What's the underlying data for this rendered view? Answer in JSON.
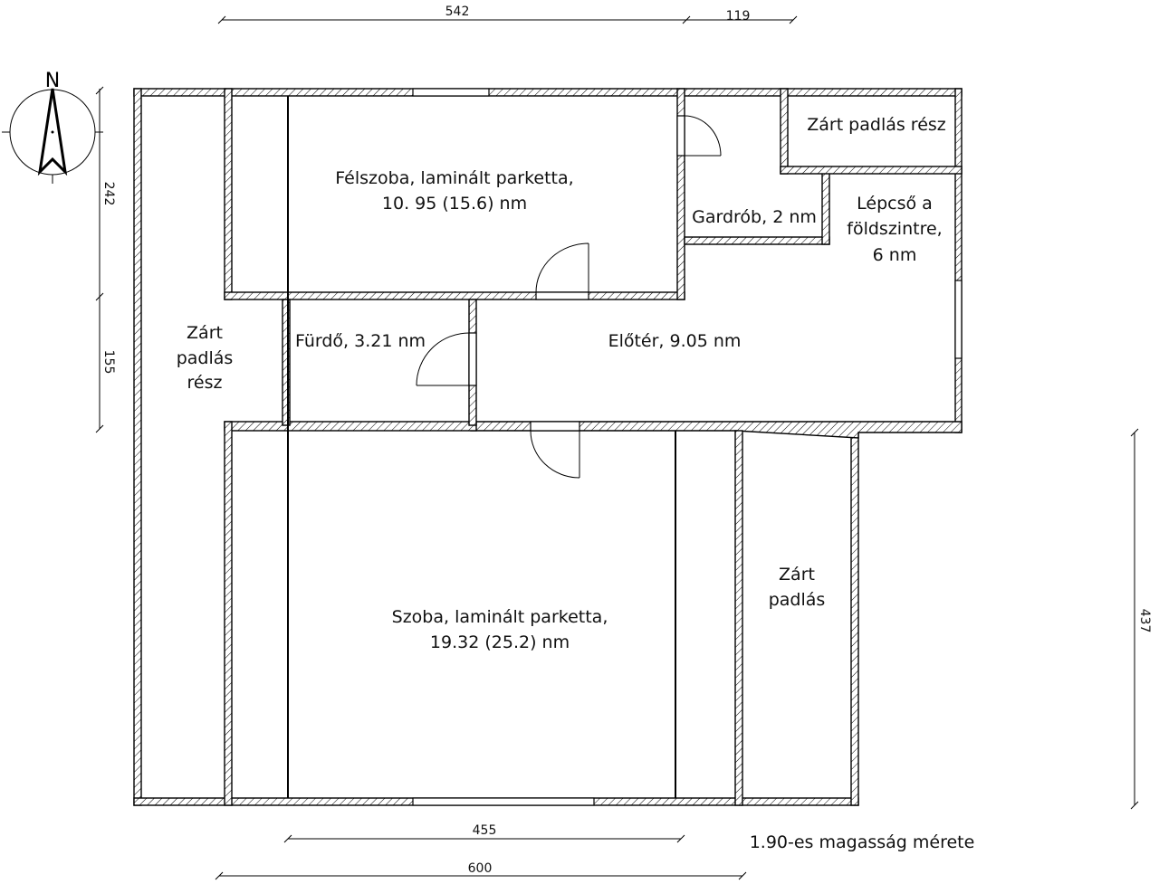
{
  "compass": {
    "label": "N"
  },
  "rooms": {
    "felszoba": [
      "Félszoba, laminált parketta,",
      "10. 95 (15.6) nm"
    ],
    "gardrob": "Gardrób, 2 nm",
    "zart_top": "Zárt padlás rész",
    "lepcso": [
      "Lépcső a",
      "földszintre,",
      "6 nm"
    ],
    "zart_left": [
      "Zárt",
      "padlás",
      "rész"
    ],
    "furdo": "Fürdő, 3.21 nm",
    "eloter": "Előtér, 9.05 nm",
    "szoba": [
      "Szoba, laminált parketta,",
      "19.32 (25.2) nm"
    ],
    "zart_right": [
      "Zárt",
      "padlás"
    ]
  },
  "dimensions": {
    "top_a": "542",
    "top_b": "119",
    "left_a": "242",
    "left_b": "155",
    "right": "437",
    "bottom_a": "455",
    "bottom_b": "600"
  },
  "note": "1.90-es magasság mérete"
}
